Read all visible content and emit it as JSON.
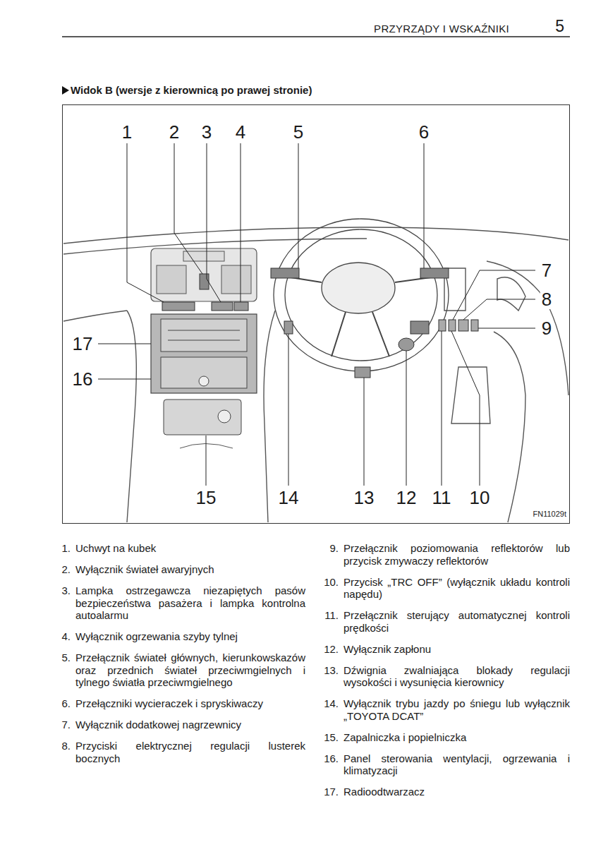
{
  "diagram": {
    "title": "Widok B (wersje z kierownicą po prawej stronie)",
    "labels": [
      "PRZYRZĄDY I WSKAŹNIKI",
      "5",
      "1",
      "2",
      "3",
      "4",
      "5",
      "6",
      "7",
      "8",
      "9",
      "10",
      "11",
      "12",
      "13",
      "14",
      "15",
      "16",
      "17",
      "FN11029t",
      "1.",
      "Uchwyt na kubek",
      "2.",
      "Wyłącznik świateł awaryjnych",
      "3.",
      "Lampka ostrzegawcza niezapiętych pasów bezpieczeństwa pasażera i lampka kontrolna autoalarmu",
      "4.",
      "Wyłącznik ogrzewania szyby tylnej",
      "5.",
      "Przełącznik świateł głównych, kierunkowskazów oraz przednich świateł przeciwmgielnych i tylnego światła przeciwmgielnego",
      "6.",
      "Przełączniki wycieraczek i spryskiwaczy",
      "7.",
      "Wyłącznik dodatkowej nagrzewnicy",
      "8.",
      "Przyciski elektrycznej regulacji lusterek bocznych",
      "9.",
      "Przełącznik poziomowania reflektorów lub przycisk zmywaczy reflektorów",
      "10.",
      "Przycisk „TRC OFF” (wyłącznik układu kontroli napędu)",
      "11.",
      "Przełącznik sterujący automatycznej kontroli prędkości",
      "12.",
      "Wyłącznik zapłonu",
      "13.",
      "Dźwignia zwalniająca blokady regulacji wysokości i wysunięcia kierownicy",
      "14.",
      "Wyłącznik trybu jazdy po śniegu lub wyłącznik „TOYOTA DCAT”",
      "15.",
      "Zapalniczka i popielniczka",
      "16.",
      "Panel sterowania wentylacji, ogrzewania i klimatyzacji",
      "17.",
      "Radioodtwarzacz"
    ]
  }
}
